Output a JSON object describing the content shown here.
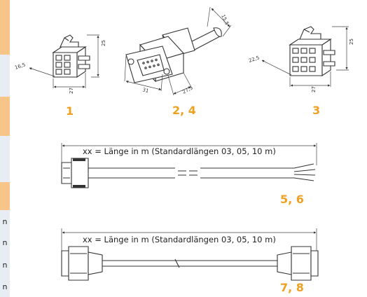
{
  "colors": {
    "accent": "#f0a020",
    "strip_orange": "#f7c58a",
    "strip_light": "#e8edf3"
  },
  "side_strip": {
    "letters": [
      "n",
      "n",
      "n",
      "n"
    ]
  },
  "connectors": {
    "c1": {
      "label": "1",
      "dims": {
        "w": "27",
        "h": "25",
        "d": "16,5"
      }
    },
    "c2": {
      "label": "2, 4",
      "dims": {
        "w": "31",
        "d": "27,5",
        "top": "15,5"
      }
    },
    "c3": {
      "label": "3",
      "dims": {
        "w": "27",
        "h": "25",
        "d": "22,5"
      }
    }
  },
  "cables": {
    "c56": {
      "caption": "xx = Länge in m (Standardlängen 03, 05, 10 m)",
      "label": "5, 6"
    },
    "c78": {
      "caption": "xx = Länge in m (Standardlängen 03, 05, 10 m)",
      "label": "7, 8"
    }
  }
}
